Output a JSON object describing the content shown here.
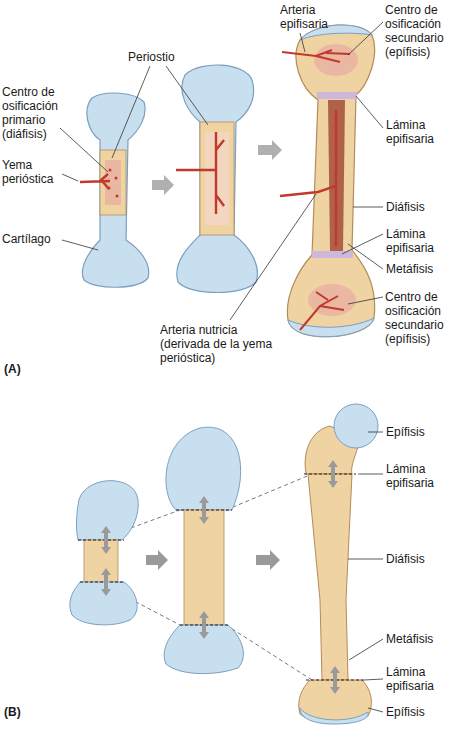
{
  "diagram": {
    "labels": [
      "Arteria epifisaria",
      "Centro de osificación secundario (epífisis)",
      "Periostio",
      "Centro de osificación primario (diáfisis)",
      "Lámina epifisaria",
      "Yema perióstica",
      "Cartílago",
      "Diáfisis",
      "Lámina epifisaria",
      "Metáfisis",
      "Centro de osificación secundario (epífisis)",
      "Arteria nutricia (derivada de la yema perióstica)",
      "(A)",
      "Epífisis",
      "Lámina epifisaria",
      "Diáfisis",
      "Metáfisis",
      "Lámina epifisaria",
      "Epífisis",
      "(B)"
    ]
  }
}
